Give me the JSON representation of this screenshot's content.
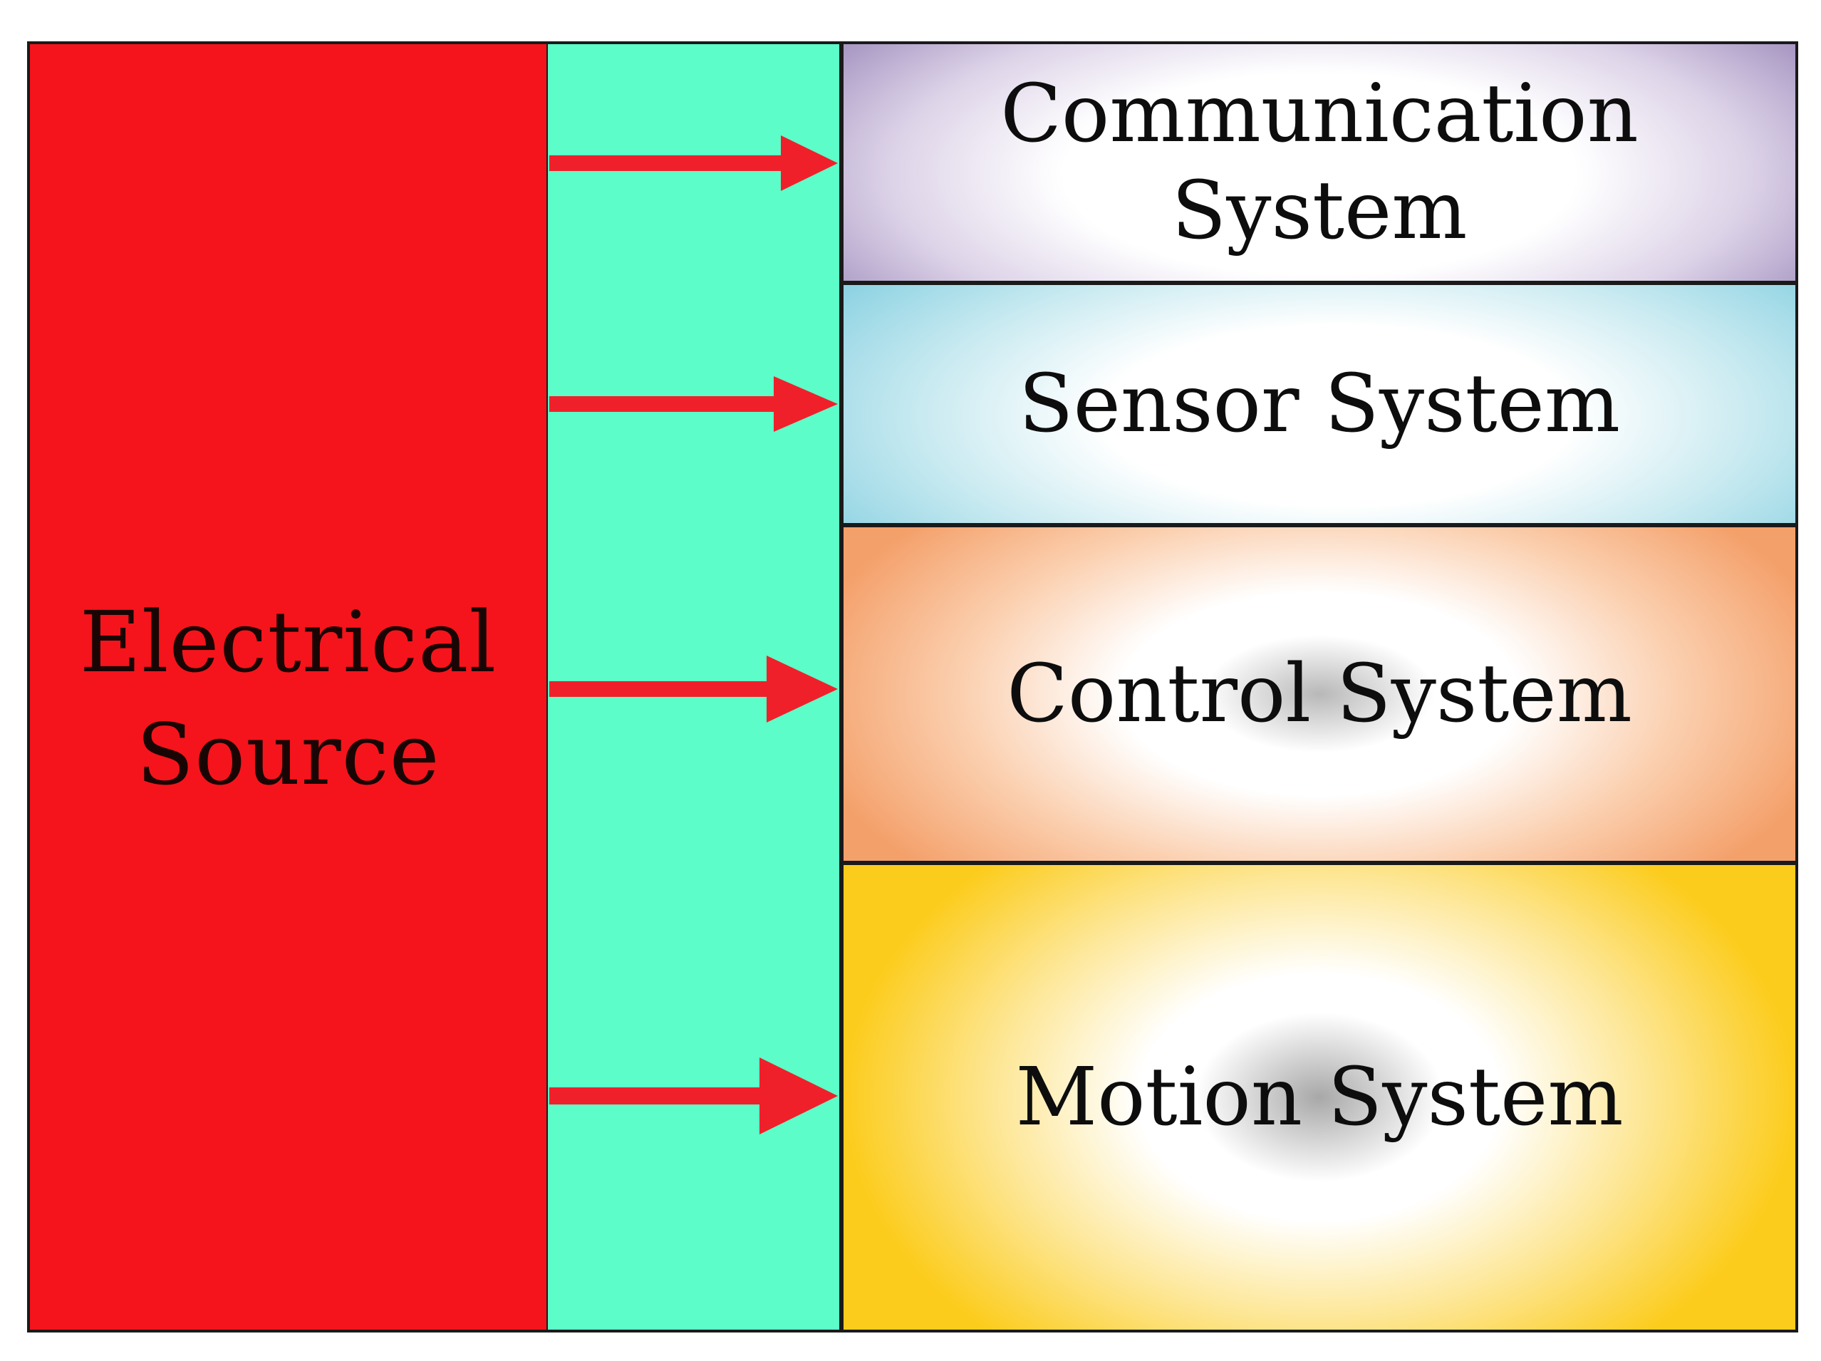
{
  "source": {
    "label_lines": [
      "Electrical",
      "Source"
    ]
  },
  "systems": [
    {
      "label_lines": [
        "Communication",
        "System"
      ]
    },
    {
      "label_lines": [
        "Sensor System"
      ]
    },
    {
      "label_lines": [
        "Control System"
      ]
    },
    {
      "label_lines": [
        "Motion System"
      ]
    }
  ],
  "colors": {
    "source": "#f5141b",
    "channel": "#5dfdc9",
    "arrow": "#f0202a",
    "communication": "#a999c4",
    "sensor": "#8fd3e3",
    "control": "#f4a06a",
    "motion": "#fccc1c"
  }
}
